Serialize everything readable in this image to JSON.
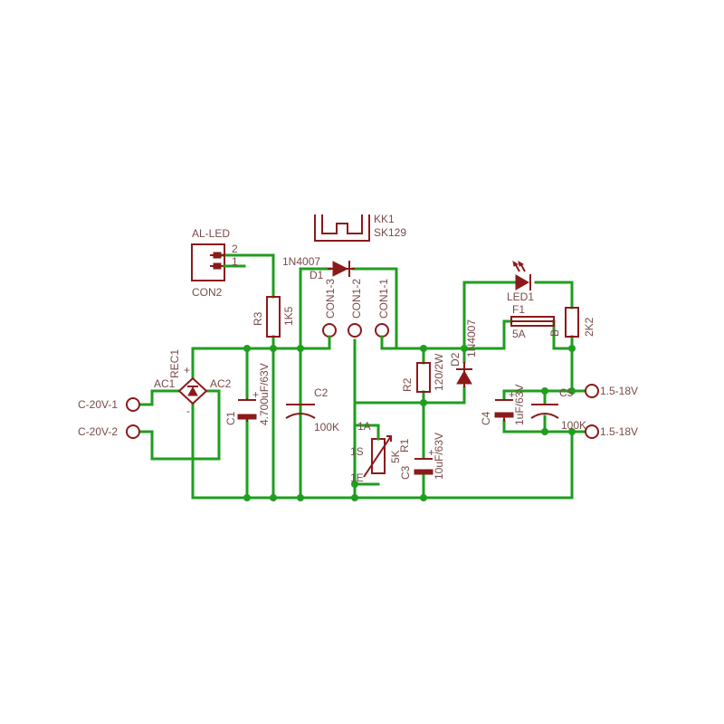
{
  "colors": {
    "wire": "#1f9e1f",
    "part": "#8b1a1a",
    "label": "#7a4a4a",
    "background": "#ffffff"
  },
  "labels": {
    "al_led": "AL-LED",
    "con2_pin2": "2",
    "con2_pin1": "1",
    "con2": "CON2",
    "kk1": "KK1",
    "sk129": "SK129",
    "d1_value": "1N4007",
    "d1": "D1",
    "r3": "R3",
    "r3_value": "1K5",
    "con1_3": "CON1-3",
    "con1_2": "CON1-2",
    "con1_1": "CON1-1",
    "rec1": "REC1",
    "plus": "+",
    "minus": "-",
    "ac1": "AC1",
    "ac2": "AC2",
    "c1": "C1",
    "c1_value": "4.700uF/63V",
    "c2": "C2",
    "c2_value": "100K",
    "in_1": "C-20V-1",
    "in_2": "C-20V-2",
    "r2": "R2",
    "r2_value": "120/2W",
    "d2": "D2",
    "d2_value": "1N4007",
    "pot_a": "1A",
    "pot_s": "1S",
    "pot_e": "1E",
    "r1": "R1",
    "r1_value": "5K",
    "c3": "C3",
    "c3_value": "10uF/63V",
    "led1": "LED1",
    "f1": "F1",
    "f1_value": "5A",
    "r4_value": "2K2",
    "b_mark": "B",
    "c4": "C4",
    "c4_value": "1uF/63V",
    "c5": "C5",
    "c5_value": "100K",
    "out_1": "1.5-18V",
    "out_2": "1.5-18V"
  }
}
